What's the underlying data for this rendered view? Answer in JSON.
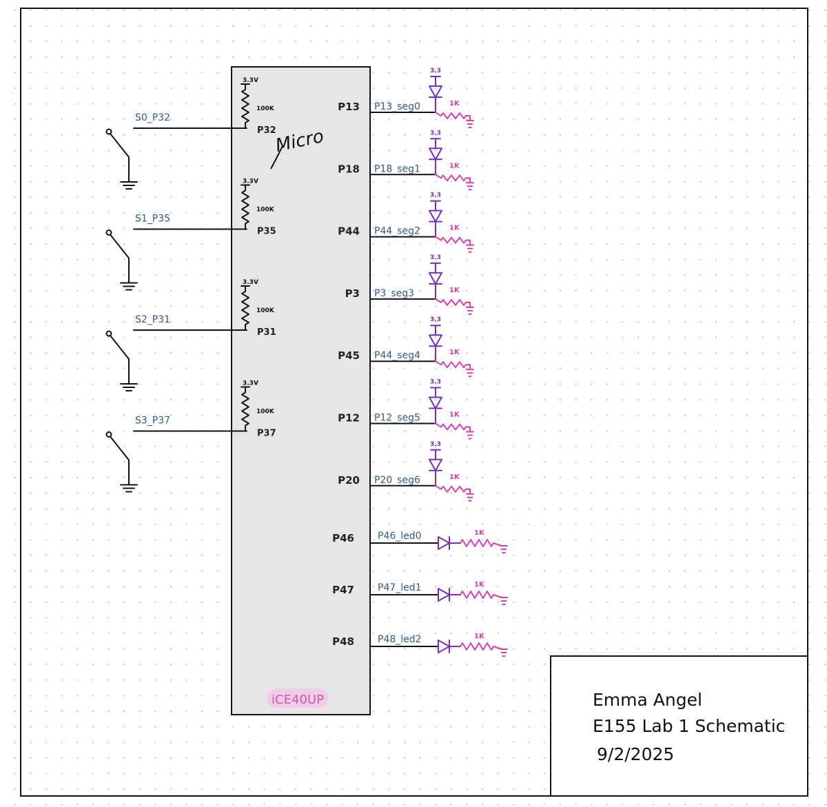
{
  "colors": {
    "wire": "#111111",
    "net_label": "#2f5b8a",
    "led_purple": "#7a2db8",
    "resistor_pink": "#d63fb0",
    "chip_fill": "#e6e6e6",
    "chip_label_highlight": "#f2cbe6",
    "grid_dot": "#c9c9c9"
  },
  "chip": {
    "name": "iCE40UP",
    "annotation": "Micro"
  },
  "switches": [
    {
      "net": "S0_P32",
      "pin": "P32",
      "pullup_voltage": "3.3V",
      "pullup_value": "100K"
    },
    {
      "net": "S1_P35",
      "pin": "P35",
      "pullup_voltage": "3.3V",
      "pullup_value": "100K"
    },
    {
      "net": "S2_P31",
      "pin": "P31",
      "pullup_voltage": "3.3V",
      "pullup_value": "100K"
    },
    {
      "net": "S3_P37",
      "pin": "P37",
      "pullup_voltage": "3.3V",
      "pullup_value": "100K"
    }
  ],
  "segments": [
    {
      "pin": "P13",
      "net": "P13_seg0",
      "supply": "3.3",
      "resistor": "1K"
    },
    {
      "pin": "P18",
      "net": "P18_seg1",
      "supply": "3.3",
      "resistor": "1K"
    },
    {
      "pin": "P44",
      "net": "P44_seg2",
      "supply": "3.3",
      "resistor": "1K"
    },
    {
      "pin": "P3",
      "net": "P3_seg3",
      "supply": "3.3",
      "resistor": "1K"
    },
    {
      "pin": "P45",
      "net": "P44_seg4",
      "supply": "3.3",
      "resistor": "1K"
    },
    {
      "pin": "P12",
      "net": "P12_seg5",
      "supply": "3.3",
      "resistor": "1K"
    },
    {
      "pin": "P20",
      "net": "P20_seg6",
      "supply": "3.3",
      "resistor": "1K"
    }
  ],
  "leds": [
    {
      "pin": "P46",
      "net": "P46_led0",
      "resistor": "1K"
    },
    {
      "pin": "P47",
      "net": "P47_led1",
      "resistor": "1K"
    },
    {
      "pin": "P48",
      "net": "P48_led2",
      "resistor": "1K"
    }
  ],
  "title_block": {
    "author": "Emma Angel",
    "title": "E155 Lab 1 Schematic",
    "date": "9/2/2025"
  }
}
